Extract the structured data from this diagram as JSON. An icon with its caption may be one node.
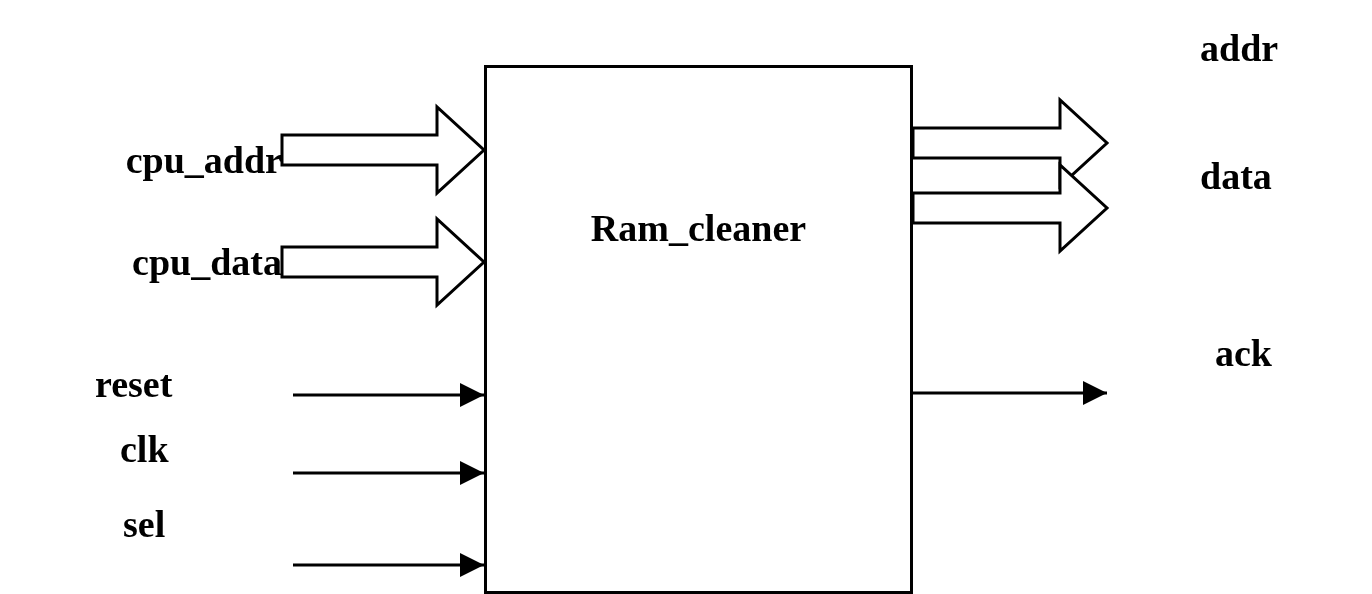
{
  "diagram": {
    "nodes": [
      {
        "text": [
          "Ram_cleaner"
        ]
      },
      {
        "text": [
          "cpu_addr"
        ]
      },
      {
        "text": [
          "cpu_data"
        ]
      },
      {
        "text": [
          "addr"
        ]
      },
      {
        "text": [
          "data"
        ]
      },
      {
        "text": [
          "ack"
        ]
      }
    ],
    "edges": [
      {
        "from": 1,
        "to": 0,
        "arrow": "to",
        "style": "thick"
      },
      {
        "from": 2,
        "to": 0,
        "arrow": "to",
        "style": "thick"
      },
      {
        "from": null,
        "to": 0,
        "arrow": "to",
        "label": "reset"
      },
      {
        "from": null,
        "to": 0,
        "arrow": "to",
        "label": "clk"
      },
      {
        "from": null,
        "to": 0,
        "arrow": "to",
        "label": "sel"
      },
      {
        "from": 0,
        "to": 3,
        "arrow": "to",
        "style": "thick"
      },
      {
        "from": 0,
        "to": 4,
        "arrow": "to",
        "style": "thick"
      },
      {
        "from": 0,
        "to": 5,
        "arrow": "to"
      }
    ]
  }
}
